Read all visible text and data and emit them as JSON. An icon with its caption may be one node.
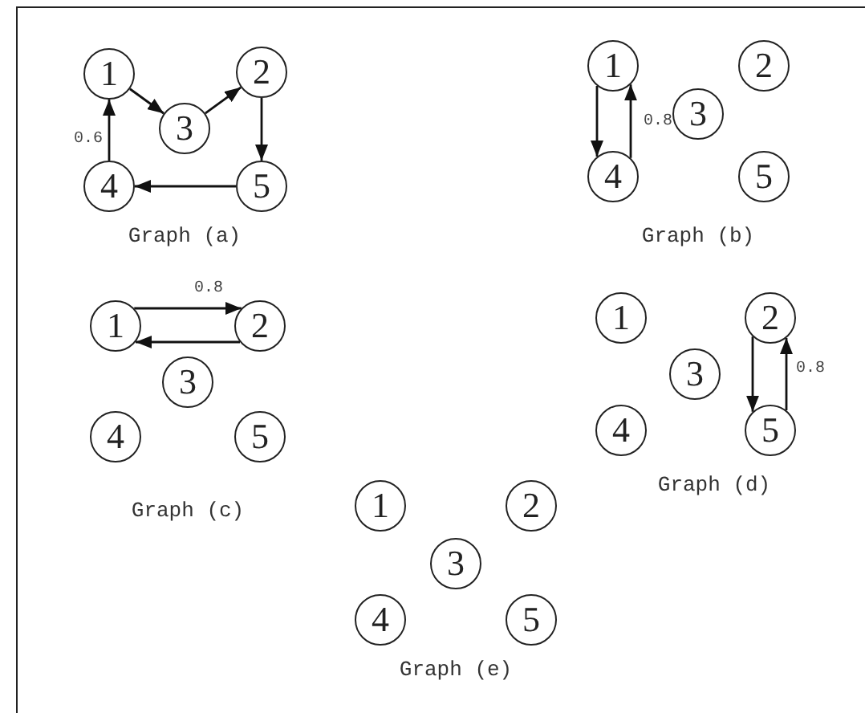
{
  "diagram": {
    "nodes": [
      {
        "text": [
          "1"
        ]
      },
      {
        "text": [
          "2"
        ]
      },
      {
        "text": [
          "3"
        ]
      },
      {
        "text": [
          "4"
        ]
      },
      {
        "text": [
          "5"
        ]
      },
      {
        "text": [
          "1"
        ]
      },
      {
        "text": [
          "2"
        ]
      },
      {
        "text": [
          "3"
        ]
      },
      {
        "text": [
          "4"
        ]
      },
      {
        "text": [
          "5"
        ]
      },
      {
        "text": [
          "1"
        ]
      },
      {
        "text": [
          "2"
        ]
      },
      {
        "text": [
          "3"
        ]
      },
      {
        "text": [
          "4"
        ]
      },
      {
        "text": [
          "5"
        ]
      },
      {
        "text": [
          "1"
        ]
      },
      {
        "text": [
          "2"
        ]
      },
      {
        "text": [
          "3"
        ]
      },
      {
        "text": [
          "4"
        ]
      },
      {
        "text": [
          "5"
        ]
      },
      {
        "text": [
          "1"
        ]
      },
      {
        "text": [
          "2"
        ]
      },
      {
        "text": [
          "3"
        ]
      },
      {
        "text": [
          "4"
        ]
      },
      {
        "text": [
          "5"
        ]
      }
    ],
    "edges": [
      {
        "from": 0,
        "to": 2,
        "arrow": "to"
      },
      {
        "from": 2,
        "to": 1,
        "arrow": "to"
      },
      {
        "from": 1,
        "to": 4,
        "arrow": "to"
      },
      {
        "from": 4,
        "to": 3,
        "arrow": "to"
      },
      {
        "from": 3,
        "to": 0,
        "arrow": "to",
        "label": "0.6"
      },
      {
        "from": 5,
        "to": 8,
        "arrow": "to"
      },
      {
        "from": 8,
        "to": 5,
        "arrow": "to",
        "label": "0.8"
      },
      {
        "from": 10,
        "to": 11,
        "arrow": "to",
        "label": "0.8"
      },
      {
        "from": 11,
        "to": 10,
        "arrow": "to"
      },
      {
        "from": 16,
        "to": 19,
        "arrow": "to"
      },
      {
        "from": 19,
        "to": 16,
        "arrow": "to",
        "label": "0.8"
      }
    ],
    "labels": [
      "Graph (a)",
      "Graph (b)",
      "Graph (c)",
      "Graph (d)",
      "Graph (e)"
    ]
  }
}
